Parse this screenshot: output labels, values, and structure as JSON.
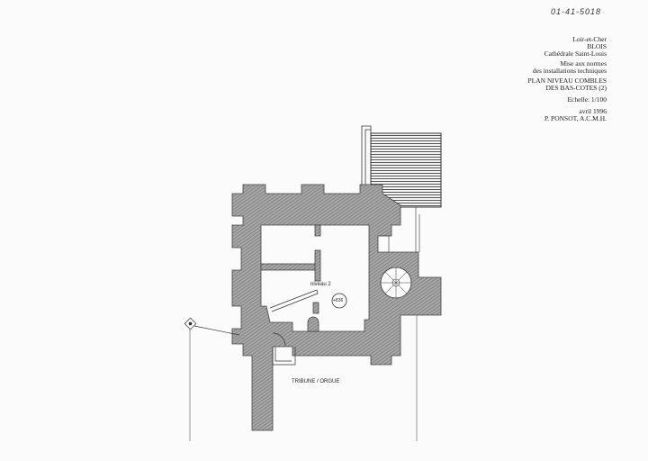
{
  "sheet_ref": "01-41-5018",
  "title_block": {
    "department": "Loir-et-Cher",
    "city": "BLOIS",
    "building": "Cathédrale Saint-Louis",
    "project_line1": "Mise aux normes",
    "project_line2": "des installations techniques",
    "plan_line1": "PLAN NIVEAU COMBLES",
    "plan_line2": "DES BAS-COTES (2)",
    "scale": "Echelle: 1/100",
    "date": "avril 1996",
    "author": "P. PONSOT, A.C.M.H."
  },
  "plan": {
    "level_label": "niveau 2",
    "elevation_mark": "+836",
    "room_label": "TRIBUNE / ORGUE"
  },
  "colors": {
    "wall_hatch": "#777777",
    "line": "#333333"
  }
}
